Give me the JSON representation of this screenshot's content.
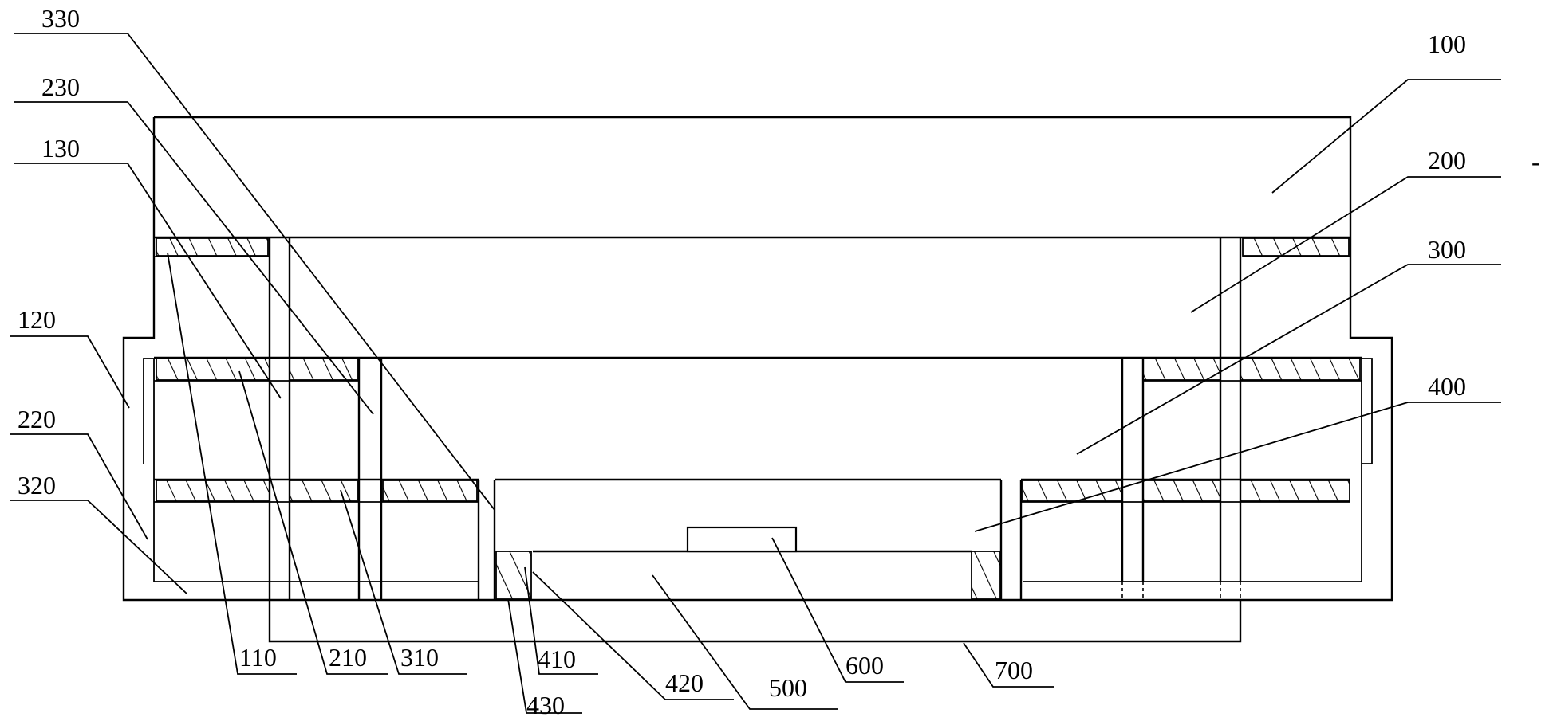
{
  "labels": {
    "l100": "100",
    "l200": "200",
    "l300": "300",
    "l400": "400",
    "l330": "330",
    "l230": "230",
    "l130": "130",
    "l120": "120",
    "l220": "220",
    "l320": "320",
    "l110": "110",
    "l210": "210",
    "l310": "310",
    "l410": "410",
    "l420": "420",
    "l430": "430",
    "l500": "500",
    "l600": "600",
    "l700": "700",
    "dash_mark": "-"
  }
}
